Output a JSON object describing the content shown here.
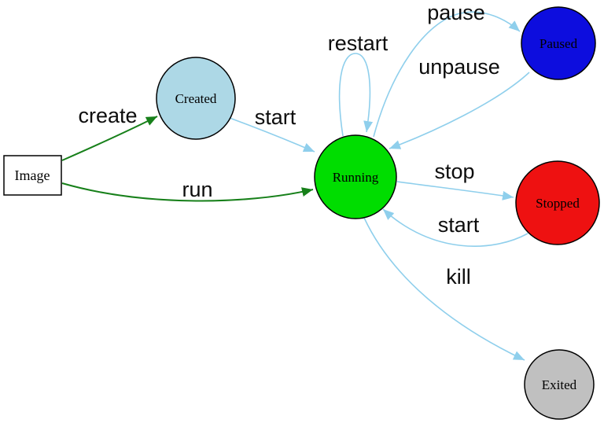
{
  "diagram": {
    "kind": "container-lifecycle-state-diagram",
    "background": "#ffffff",
    "colors": {
      "edge_blue": "#8fcfec",
      "edge_green": "#17801a",
      "node_border": "#000000",
      "image_border": "#2525dd",
      "label_text": "#0d0d0d"
    },
    "nodes": {
      "image": {
        "label": "Image",
        "shape": "rectangle",
        "fill": "#ffffff"
      },
      "created": {
        "label": "Created",
        "shape": "ellipse",
        "fill": "#add8e6"
      },
      "running": {
        "label": "Running",
        "shape": "ellipse",
        "fill": "#00dd00"
      },
      "paused": {
        "label": "Paused",
        "shape": "ellipse",
        "fill": "#0d0dde"
      },
      "stopped": {
        "label": "Stopped",
        "shape": "ellipse",
        "fill": "#ee1111"
      },
      "exited": {
        "label": "Exited",
        "shape": "ellipse",
        "fill": "#c0c0c0"
      }
    },
    "edges": {
      "create": {
        "label": "create",
        "from": "Image",
        "to": "Created",
        "color": "green"
      },
      "run": {
        "label": "run",
        "from": "Image",
        "to": "Running",
        "color": "green"
      },
      "start_created": {
        "label": "start",
        "from": "Created",
        "to": "Running",
        "color": "blue"
      },
      "restart": {
        "label": "restart",
        "from": "Running",
        "to": "Running",
        "color": "blue"
      },
      "pause": {
        "label": "pause",
        "from": "Running",
        "to": "Paused",
        "color": "blue"
      },
      "unpause": {
        "label": "unpause",
        "from": "Paused",
        "to": "Running",
        "color": "blue"
      },
      "stop": {
        "label": "stop",
        "from": "Running",
        "to": "Stopped",
        "color": "blue"
      },
      "start_stopped": {
        "label": "start",
        "from": "Stopped",
        "to": "Running",
        "color": "blue"
      },
      "kill": {
        "label": "kill",
        "from": "Running",
        "to": "Exited",
        "color": "blue"
      }
    }
  }
}
